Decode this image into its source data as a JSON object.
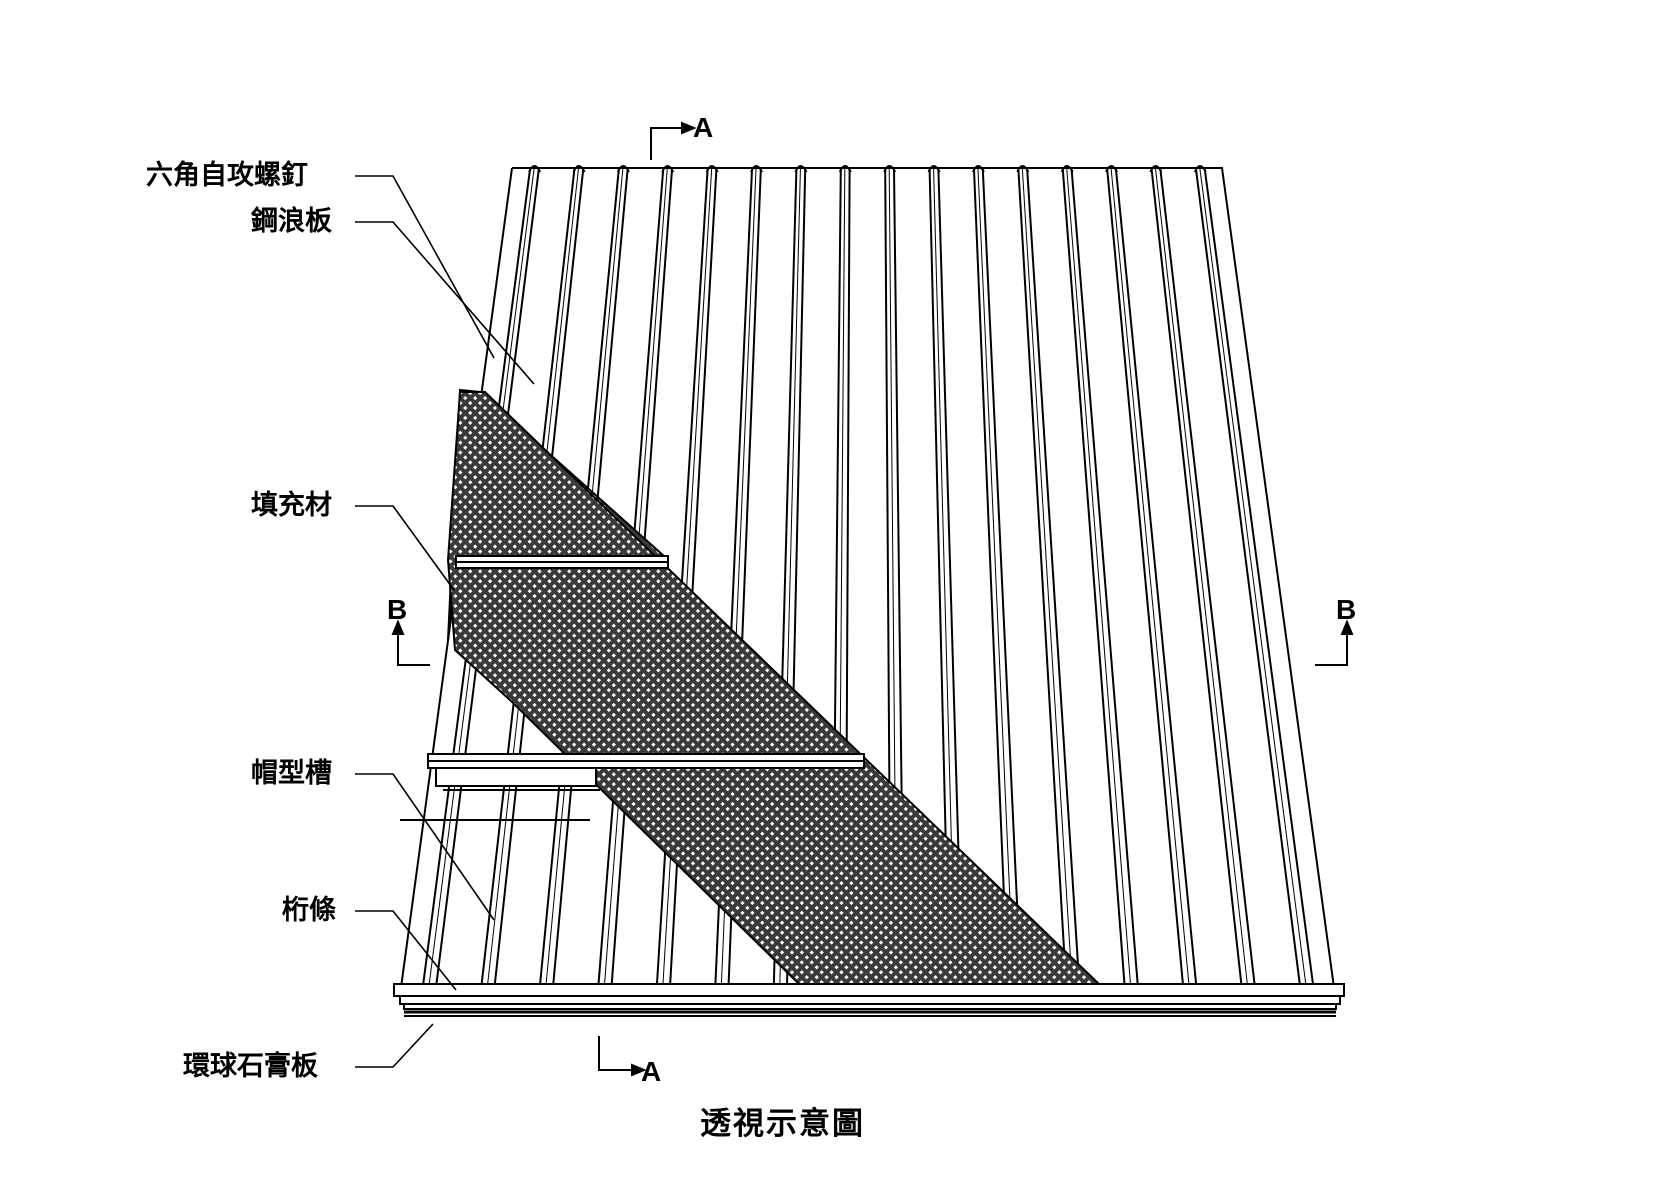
{
  "labels": {
    "hex_screw": "六角自攻螺釘",
    "steel_deck": "鋼浪板",
    "filler": "填充材",
    "hat_channel": "帽型槽",
    "purlin": "桁條",
    "gypsum_board": "環球石膏板"
  },
  "section_marks": {
    "a_top": "A",
    "a_bottom": "A",
    "b_left": "B",
    "b_right": "B"
  },
  "caption": "透視示意圖",
  "colors": {
    "line": "#000000",
    "background": "#ffffff"
  }
}
